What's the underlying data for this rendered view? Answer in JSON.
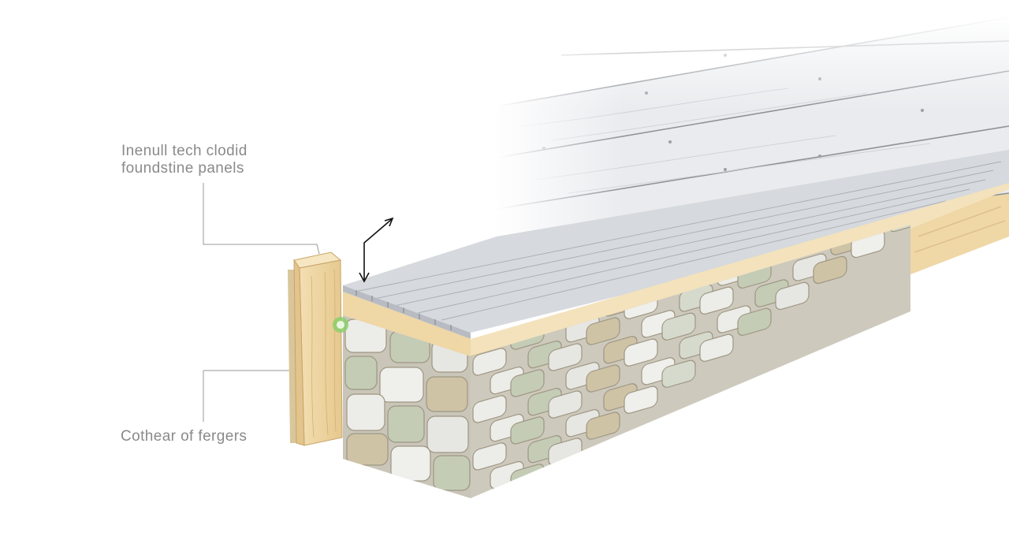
{
  "labels": {
    "top_line1": "Inenull tech clodid",
    "top_line2": "foundstine panels",
    "bottom": "Cothear of fergers"
  },
  "colors": {
    "background": "#ffffff",
    "siding": "#e9ebee",
    "siding_line": "#8e9297",
    "deck": "#d4d7db",
    "deck_line": "#a4a8ae",
    "wood": "#efd7a6",
    "wood_dark": "#d9b77c",
    "stone_mortar": "#c9c5b8",
    "stone_light": "#ecece8",
    "stone_green": "#c4ccb6",
    "stone_tan": "#cfc3a6",
    "leader_line": "#9a9a9a",
    "marker_green": "#8bcf6a",
    "arrow": "#111111",
    "label_text": "#8a8a8a"
  },
  "icons": {
    "dimension_arrow": "double-arrow-icon",
    "callout_marker": "green-dot-icon"
  }
}
